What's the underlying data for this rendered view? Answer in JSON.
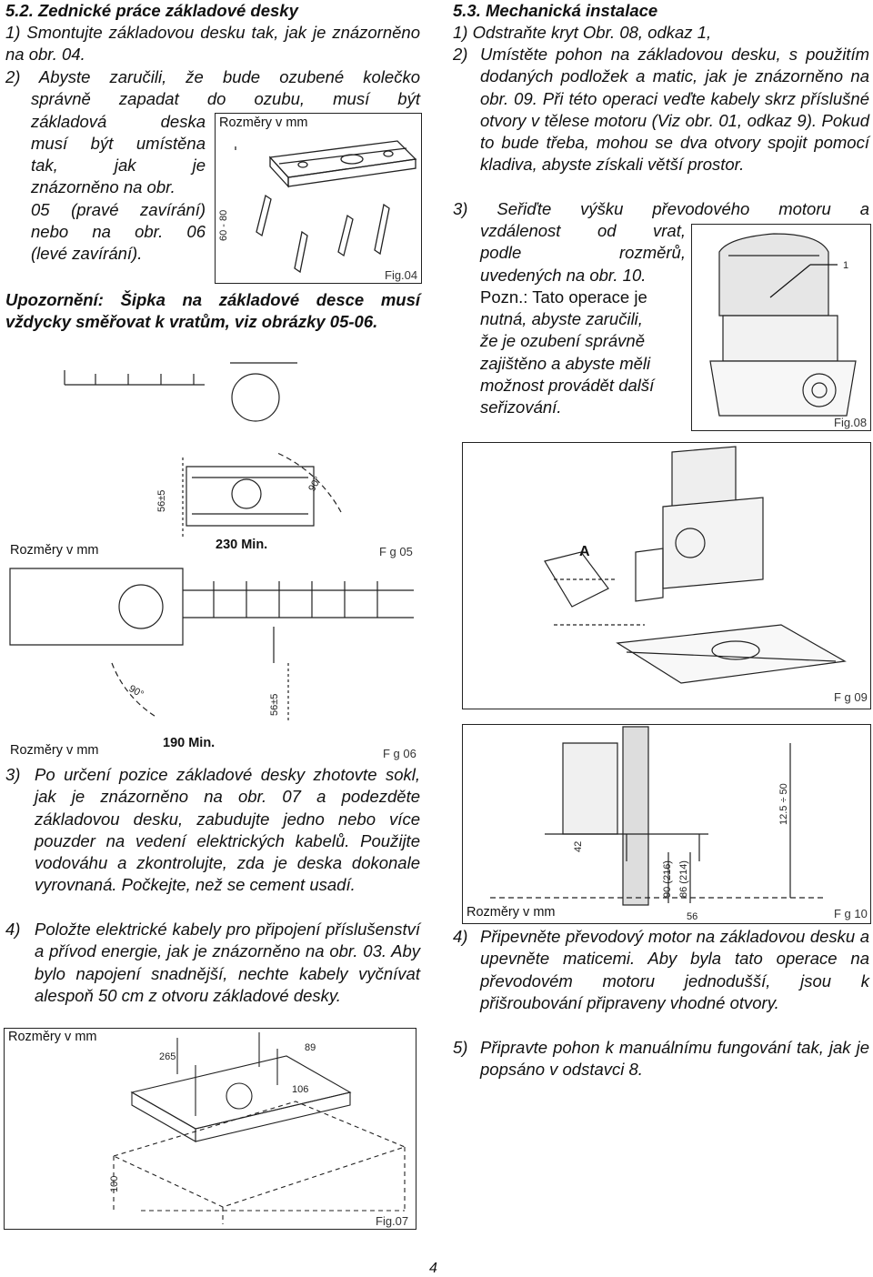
{
  "left": {
    "heading": "5.2. Zednické práce základové desky",
    "item1": "1) Smontujte základovou desku tak, jak je znázorněno na obr. 04.",
    "item2_lines": [
      "2) Abyste zaručili, že bude ozubené kolečko",
      "správně zapadat do ozubu, musí být",
      "základová deska",
      "musí být umístěna",
      "tak, jak je",
      "znázorněno na obr.",
      "05 (pravé zavírání)",
      "nebo na obr. 06",
      "(levé zavírání)."
    ],
    "warning": "Upozornění: Šipka na základové desce musí vždycky směřovat k vratům, viz obrázky 05-06.",
    "item3_num": "3)",
    "item3": "Po určení pozice základové desky zhotovte sokl, jak je znázorněno na obr. 07 a podezděte základovou desku, zabudujte jedno nebo více pouzder na vedení elektrických kabelů. Použijte vodováhu a zkontrolujte, zda je deska dokonale vyrovnaná. Počkejte, než se cement usadí.",
    "item4_num": "4)",
    "item4": "Položte elektrické kabely pro připojení příslušenství a přívod energie, jak je znázorněno na obr. 03. Aby bylo napojení snadnější, nechte kabely vyčnívat alespoň 50 cm z otvoru základové desky."
  },
  "right": {
    "heading": "5.3. Mechanická instalace",
    "item1": "1) Odstraňte kryt Obr. 08, odkaz 1,",
    "item2_num": "2)",
    "item2": "Umístěte pohon na základovou desku, s použitím dodaných podložek a matic, jak je znázorněno na obr. 09. Při této operaci veďte kabely skrz příslušné otvory v tělese motoru (Viz obr. 01, odkaz 9). Pokud to bude třeba, mohou se dva otvory spojit pomocí kladiva, abyste získali větší prostor.",
    "item3_line1": "3) Seřiďte výšku převodového motoru a",
    "item3_lines": [
      "vzdálenost od vrat,",
      "podle rozměrů,",
      "uvedených na obr. 10."
    ],
    "item3_note_lines": [
      "Pozn.: Tato operace je",
      "nutná, abyste zaručili,",
      "že je ozubení správně",
      "zajištěno a abyste měli",
      "možnost provádět další",
      "seřizování."
    ],
    "item4_num": "4)",
    "item4": "Připevněte převodový motor na základovou desku a upevněte maticemi. Aby byla tato operace na převodovém motoru jednodušší, jsou k přišroubování připraveny vhodné otvory.",
    "item5_num": "5)",
    "item5": "Připravte pohon k manuálnímu fungování tak, jak je popsáno v odstavci 8."
  },
  "figures": {
    "fig04": {
      "title": "Rozměry v mm",
      "label": "Fig.04",
      "dim": "60 - 80"
    },
    "fig05": {
      "title": "Rozměry v mm",
      "label": "F g 05",
      "dim_min": "230 Min.",
      "dim_v": "56±5",
      "angle": "90°"
    },
    "fig06": {
      "title": "Rozměry v mm",
      "label": "F g 06",
      "dim_min": "190 Min.",
      "dim_v": "56±5",
      "angle": "90°"
    },
    "fig07": {
      "title": "Rozměry v mm",
      "label": "Fig.07",
      "dims": [
        "265",
        "89",
        "106",
        "100"
      ]
    },
    "fig08": {
      "label": "Fig.08",
      "ref": "1"
    },
    "fig09": {
      "label": "F g 09",
      "marker": "A"
    },
    "fig10": {
      "title": "Rozměry v mm",
      "label": "F g 10",
      "dims": [
        "42",
        "90 (216)",
        "86 (214)",
        "12.5 ÷ 50",
        "56"
      ]
    }
  },
  "page_number": "4"
}
